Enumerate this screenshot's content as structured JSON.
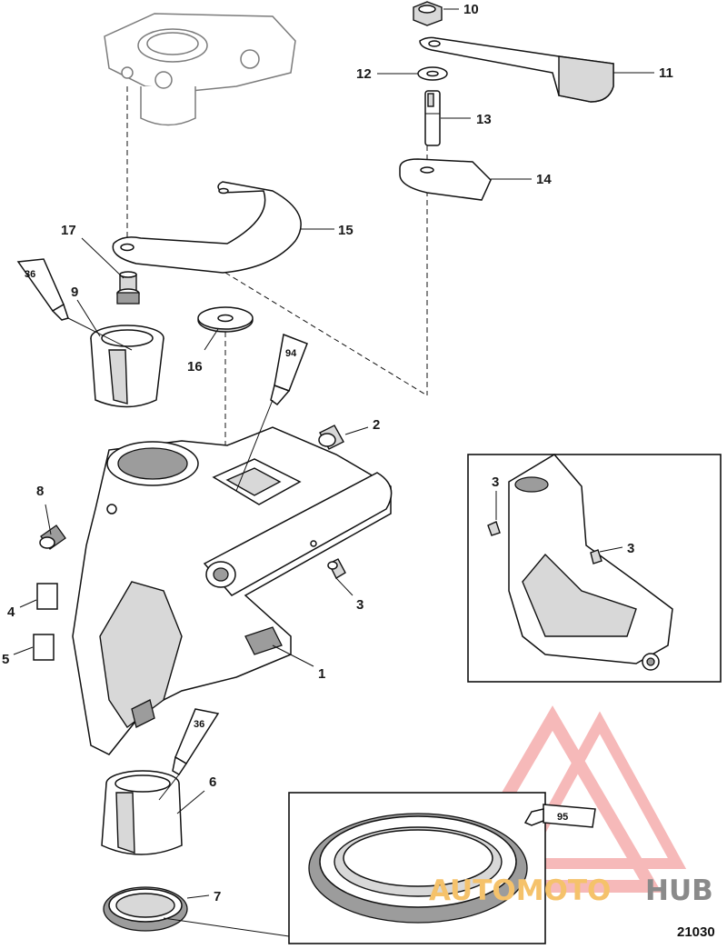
{
  "diagram": {
    "figure_number": "21030",
    "callouts": [
      {
        "id": "c10",
        "label": "10"
      },
      {
        "id": "c11",
        "label": "11"
      },
      {
        "id": "c12",
        "label": "12"
      },
      {
        "id": "c13",
        "label": "13"
      },
      {
        "id": "c14",
        "label": "14"
      },
      {
        "id": "c15",
        "label": "15"
      },
      {
        "id": "c17",
        "label": "17"
      },
      {
        "id": "c9",
        "label": "9"
      },
      {
        "id": "c16",
        "label": "16"
      },
      {
        "id": "c2",
        "label": "2"
      },
      {
        "id": "c8",
        "label": "8"
      },
      {
        "id": "c3a",
        "label": "3"
      },
      {
        "id": "c4",
        "label": "4"
      },
      {
        "id": "c5",
        "label": "5"
      },
      {
        "id": "c1",
        "label": "1"
      },
      {
        "id": "c6",
        "label": "6"
      },
      {
        "id": "c7",
        "label": "7"
      },
      {
        "id": "c3b",
        "label": "3"
      },
      {
        "id": "c3c",
        "label": "3"
      }
    ],
    "sealant_tubes": [
      {
        "id": "t36a",
        "label": "36"
      },
      {
        "id": "t94",
        "label": "94"
      },
      {
        "id": "t36b",
        "label": "36"
      },
      {
        "id": "t95",
        "label": "95"
      }
    ]
  },
  "watermark": {
    "text_left": "AUTOMOTO",
    "text_right": "HUB",
    "color_left": "#f5c26b",
    "color_right": "#8a8a8a",
    "logo_color": "#f08080"
  }
}
